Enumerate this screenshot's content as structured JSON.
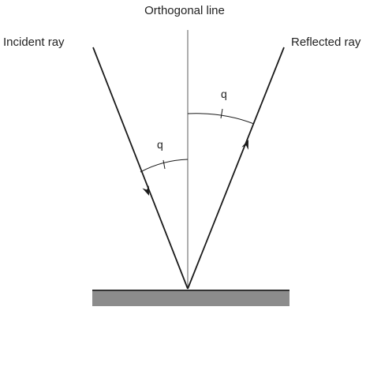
{
  "diagram": {
    "labels": {
      "orthogonal": "Orthogonal line",
      "incident": "Incident ray",
      "reflected": "Reflected ray",
      "angle_left": "q",
      "angle_right": "q"
    },
    "colors": {
      "line": "#1a1a1a",
      "normal": "#777777",
      "surface_fill": "#8c8c8c",
      "surface_edge": "#333333",
      "background": "#ffffff"
    },
    "icons": {
      "incident_arrow": "arrowhead-down",
      "reflected_arrow": "arrowhead-up"
    }
  }
}
